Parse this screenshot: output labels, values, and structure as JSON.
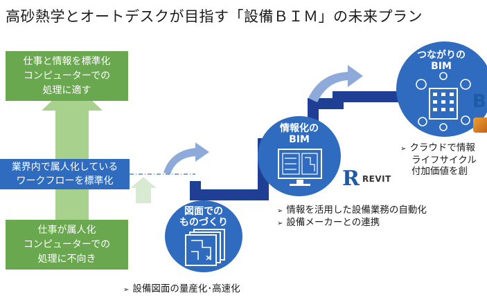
{
  "title": "高砂熱学とオートデスクが目指す「設備ＢＩＭ」の未来プラン",
  "green_top": {
    "lines": [
      "仕事と情報を標準化",
      "コンピューターでの",
      "処理に適す"
    ]
  },
  "green_bottom": {
    "lines": [
      "仕事が属人化",
      "コンピューターでの",
      "処理に不向き"
    ]
  },
  "middle_label": {
    "lines": [
      "業界内で属人化している",
      "ワークフローを標準化"
    ]
  },
  "stage1": {
    "title_lines": [
      "図面での",
      "ものづくり"
    ],
    "bullets": [
      "設備図面の量産化･高速化"
    ]
  },
  "stage2": {
    "title_lines": [
      "情報化の",
      "BIM"
    ],
    "logo_letter": "R",
    "logo_text": "REVIT",
    "bullets": [
      "情報を活用した設備業務の自動化",
      "設備メーカーとの連携"
    ]
  },
  "stage3": {
    "title_lines": [
      "つながりの",
      "BIM"
    ],
    "logo_letter": "B",
    "bullets": [
      "クラウドで情報",
      "ライフサイクル",
      "付加価値を創"
    ]
  },
  "bullet_mark": "➢",
  "colors": {
    "green": "#6aa84f",
    "blue": "#2f6bbf",
    "light_green_arrow": "#a9d18e",
    "light_blue_arrow": "#8eaadb",
    "navy_step": "#1f3f94"
  }
}
